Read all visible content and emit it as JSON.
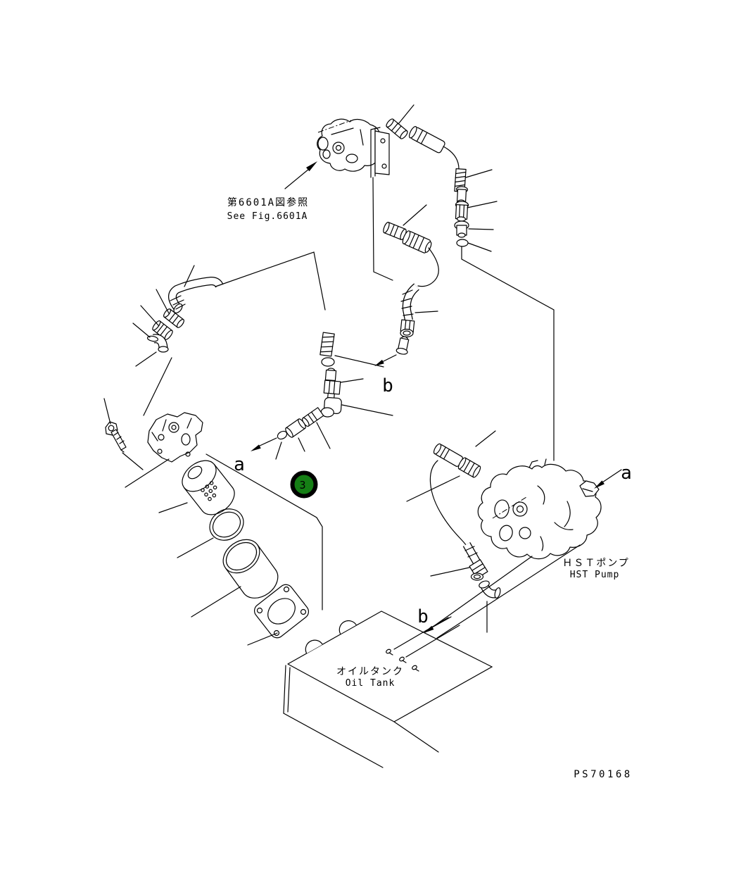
{
  "page": {
    "background": "#ffffff",
    "line_color": "#000000"
  },
  "figure_reference": {
    "jp": "第6601A図参照",
    "en": "See Fig.6601A"
  },
  "section_labels": {
    "a_mid": "a",
    "b_mid": "b",
    "a_pump": "a",
    "b_tank": "b"
  },
  "callout": {
    "number": "3",
    "fill": "#157f15",
    "ring": "#000000",
    "text_color": "#ffffff"
  },
  "components": {
    "hst_pump_jp": "ＨＳＴポンプ",
    "hst_pump_en": "HST Pump",
    "oil_tank_jp": "オイルタンク",
    "oil_tank_en": "Oil Tank"
  },
  "drawing_number": "PS70168"
}
